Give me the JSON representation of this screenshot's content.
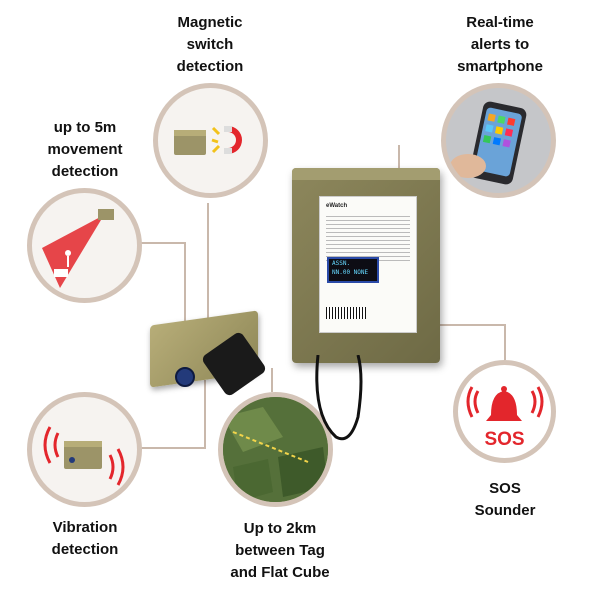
{
  "labels": {
    "magnetic": "Magnetic\nswitch\ndetection",
    "alerts": "Real-time\nalerts to\nsmartphone",
    "movement": "up to 5m\nmovement\ndetection",
    "vibration": "Vibration\ndetection",
    "range": "Up to 2km\nbetween Tag\nand Flat Cube",
    "sos": "SOS\nSounder"
  },
  "sos_badge": "SOS",
  "device": {
    "brand": "eWatch",
    "screen_line1": "ASSN.",
    "screen_line2": "NN.00 NONE"
  },
  "colors": {
    "circle_border": "#d4c4b8",
    "line_color": "#c9b8ab",
    "alert_red": "#e3262c",
    "device_olive": "#7d7850"
  },
  "icons": [
    "magnet-icon",
    "bell-icon",
    "smartphone-icon",
    "movement-beam-icon",
    "vibration-waves-icon",
    "satellite-map-icon"
  ]
}
